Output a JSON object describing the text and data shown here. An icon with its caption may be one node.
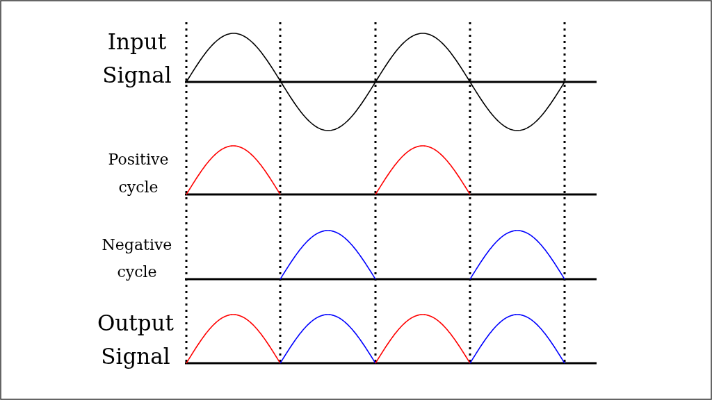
{
  "diagram": {
    "labels": [
      "Input Signal",
      "Positive cycle",
      "Negative cycle",
      "Output Signal"
    ]
  }
}
